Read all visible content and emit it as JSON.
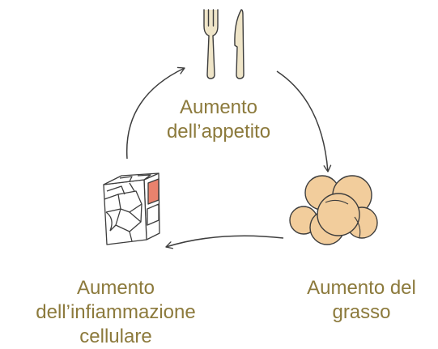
{
  "colors": {
    "text": "#8c7a3c",
    "stroke": "#3d3d3d",
    "cutlery": "#efe5c8",
    "fat_cell": "#f2cd9c",
    "inflamed_cell": "#e9826d",
    "background": "#ffffff"
  },
  "nodes": [
    {
      "id": "appetite",
      "icon": "fork-and-knife-icon",
      "lines": [
        "Aumento",
        "dell’appetito"
      ]
    },
    {
      "id": "fat",
      "icon": "fat-cells-icon",
      "lines": [
        "Aumento del",
        "grasso"
      ]
    },
    {
      "id": "inflammation",
      "icon": "inflamed-cells-icon",
      "lines": [
        "Aumento",
        "dell’infiammazione",
        "cellulare"
      ]
    }
  ],
  "edges": [
    {
      "from": "appetite",
      "to": "fat"
    },
    {
      "from": "fat",
      "to": "inflammation"
    },
    {
      "from": "inflammation",
      "to": "appetite"
    }
  ]
}
